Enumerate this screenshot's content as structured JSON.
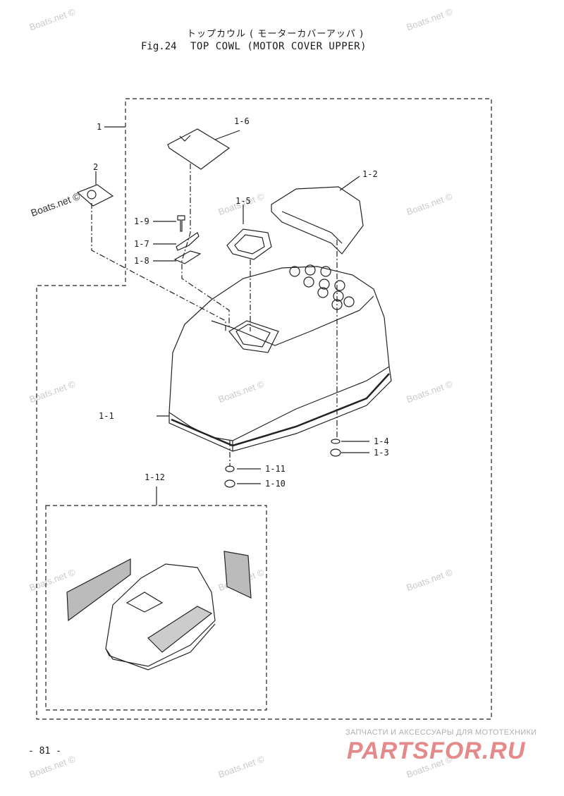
{
  "header": {
    "title_jp": "トップカウル ( モーターカバーアッパ )",
    "fig": "Fig.24",
    "title": "TOP COWL (MOTOR COVER UPPER)"
  },
  "labels": {
    "p1": "1",
    "p2": "2",
    "p1_1": "1-1",
    "p1_2": "1-2",
    "p1_3": "1-3",
    "p1_4": "1-4",
    "p1_5": "1-5",
    "p1_6": "1-6",
    "p1_7": "1-7",
    "p1_8": "1-8",
    "p1_9": "1-9",
    "p1_10": "1-10",
    "p1_11": "1-11",
    "p1_12": "1-12"
  },
  "watermarks": {
    "text": "Boats.net ©",
    "dark_text": "Boats.net ©"
  },
  "footer": {
    "page": "- 81 -",
    "ad_text": "ЗАПЧАСТИ И АКСЕССУАРЫ ДЛЯ МОТОТЕХНИКИ",
    "ad_brand": "PARTSFOR.RU"
  }
}
